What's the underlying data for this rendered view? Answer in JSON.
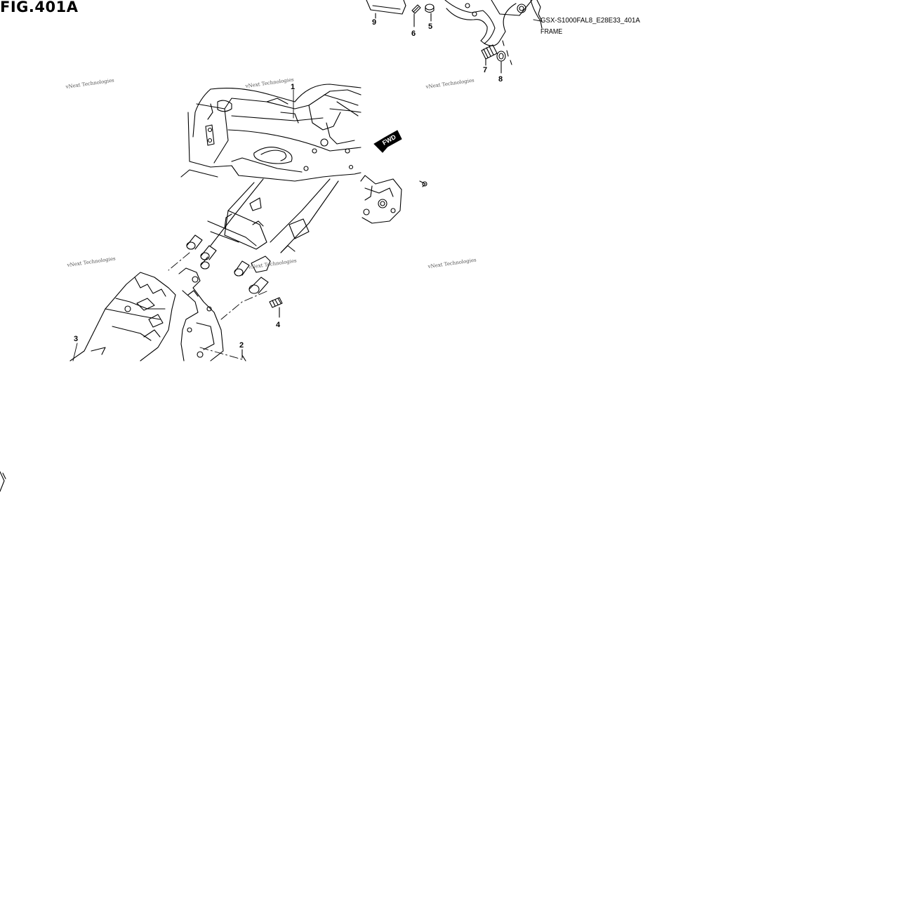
{
  "figure": {
    "title": "FIG.401A",
    "code": "GSX-S1000FAL8_E28E33_401A",
    "name": "FRAME"
  },
  "fwd_label": "FWD",
  "watermark": "vNext Technologies",
  "callouts": [
    {
      "id": "1",
      "label": "1"
    },
    {
      "id": "2",
      "label": "2"
    },
    {
      "id": "3",
      "label": "3"
    },
    {
      "id": "4",
      "label": "4"
    },
    {
      "id": "5",
      "label": "5"
    },
    {
      "id": "6",
      "label": "6"
    },
    {
      "id": "7",
      "label": "7"
    },
    {
      "id": "8",
      "label": "8"
    },
    {
      "id": "9",
      "label": "9"
    }
  ]
}
